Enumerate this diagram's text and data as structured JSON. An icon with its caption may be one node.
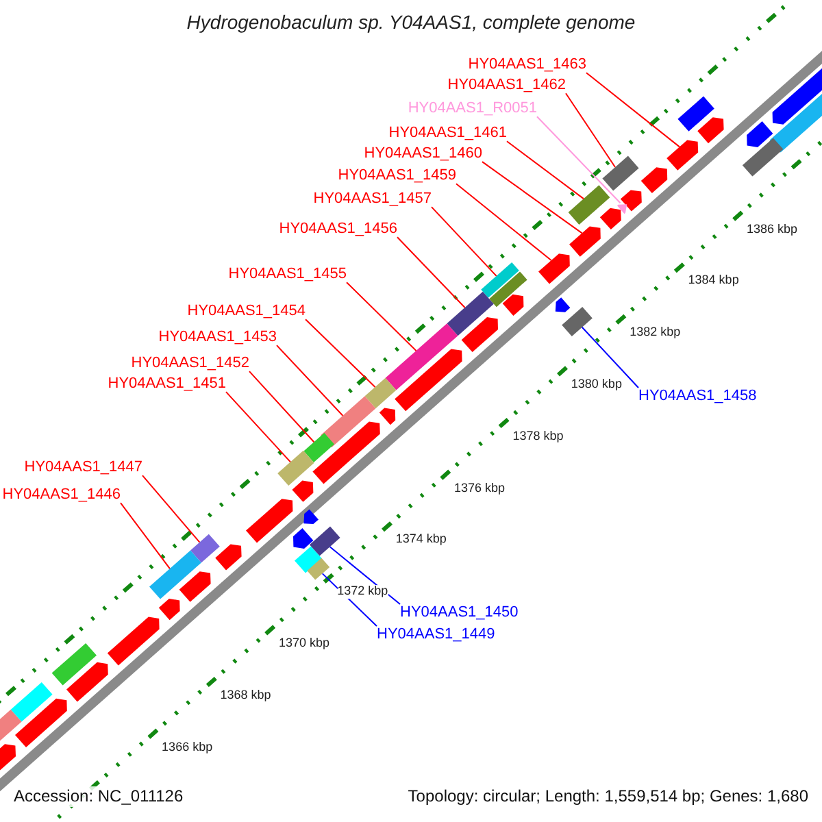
{
  "diagram": {
    "title": "Hydrogenobaculum sp. Y04AAS1, complete genome",
    "nodes": [
      {
        "text": [
          "HY04AAS1_1463"
        ]
      },
      {
        "text": [
          "HY04AAS1_1462"
        ]
      },
      {
        "text": [
          "HY04AAS1_R0051"
        ]
      },
      {
        "text": [
          "HY04AAS1_1461"
        ]
      },
      {
        "text": [
          "HY04AAS1_1460"
        ]
      },
      {
        "text": [
          "HY04AAS1_1459"
        ]
      },
      {
        "text": [
          "HY04AAS1_1457"
        ]
      },
      {
        "text": [
          "HY04AAS1_1456"
        ]
      },
      {
        "text": [
          "HY04AAS1_1455"
        ]
      },
      {
        "text": [
          "HY04AAS1_1454"
        ]
      },
      {
        "text": [
          "HY04AAS1_1453"
        ]
      },
      {
        "text": [
          "HY04AAS1_1452"
        ]
      },
      {
        "text": [
          "HY04AAS1_1451"
        ]
      },
      {
        "text": [
          "HY04AAS1_1458"
        ]
      },
      {
        "text": [
          "HY04AAS1_1447"
        ]
      },
      {
        "text": [
          "HY04AAS1_1446"
        ]
      },
      {
        "text": [
          "HY04AAS1_1450"
        ]
      },
      {
        "text": [
          "HY04AAS1_1449"
        ]
      },
      {
        "text": [],
        "shape": "arrow"
      },
      {
        "text": [],
        "shape": "box"
      },
      {
        "text": [],
        "shape": "arrow"
      },
      {
        "text": [],
        "shape": "box"
      },
      {
        "text": [],
        "shape": "arrow"
      },
      {
        "text": [],
        "shape": "arrow"
      },
      {
        "text": [],
        "shape": "box"
      },
      {
        "text": [],
        "shape": "box"
      },
      {
        "text": [],
        "shape": "box"
      },
      {
        "text": [],
        "shape": "box"
      },
      {
        "text": [],
        "shape": "box"
      },
      {
        "text": [],
        "shape": "box"
      },
      {
        "text": [],
        "shape": "box"
      },
      {
        "text": [],
        "shape": "box"
      },
      {
        "text": [],
        "shape": "box"
      },
      {
        "text": [],
        "shape": "box"
      },
      {
        "text": [],
        "shape": "box"
      },
      {
        "text": [],
        "shape": "box"
      },
      {
        "text": [],
        "shape": "box"
      }
    ],
    "edges": [
      {
        "from": 0,
        "to": 18,
        "arrow": "none"
      },
      {
        "from": 1,
        "to": 19,
        "arrow": "none"
      },
      {
        "from": 2,
        "to": 20,
        "arrow": "none",
        "color": "#ff99dd"
      },
      {
        "from": 3,
        "to": 21,
        "arrow": "none"
      },
      {
        "from": 4,
        "to": 22,
        "arrow": "none"
      },
      {
        "from": 5,
        "to": 23,
        "arrow": "none"
      },
      {
        "from": 6,
        "to": 24,
        "arrow": "none"
      },
      {
        "from": 7,
        "to": 25,
        "arrow": "none"
      },
      {
        "from": 8,
        "to": 26,
        "arrow": "none"
      },
      {
        "from": 9,
        "to": 27,
        "arrow": "none"
      },
      {
        "from": 10,
        "to": 28,
        "arrow": "none"
      },
      {
        "from": 11,
        "to": 29,
        "arrow": "none"
      },
      {
        "from": 12,
        "to": 30,
        "arrow": "none"
      },
      {
        "from": 13,
        "to": 31,
        "arrow": "none",
        "color": "#0000ff"
      },
      {
        "from": 14,
        "to": 32,
        "arrow": "none"
      },
      {
        "from": 15,
        "to": 33,
        "arrow": "none"
      },
      {
        "from": 16,
        "to": 34,
        "arrow": "none",
        "color": "#0000ff"
      },
      {
        "from": 17,
        "to": 35,
        "arrow": "none",
        "color": "#0000ff"
      }
    ],
    "labels": [
      "1386 kbp",
      "1384 kbp",
      "1382 kbp",
      "1380 kbp",
      "1378 kbp",
      "1376 kbp",
      "1374 kbp",
      "1372 kbp",
      "1370 kbp",
      "1368 kbp",
      "1366 kbp",
      "Accession: NC_011126",
      "Topology: circular; Length: 1,559,514 bp; Genes: 1,680"
    ]
  }
}
